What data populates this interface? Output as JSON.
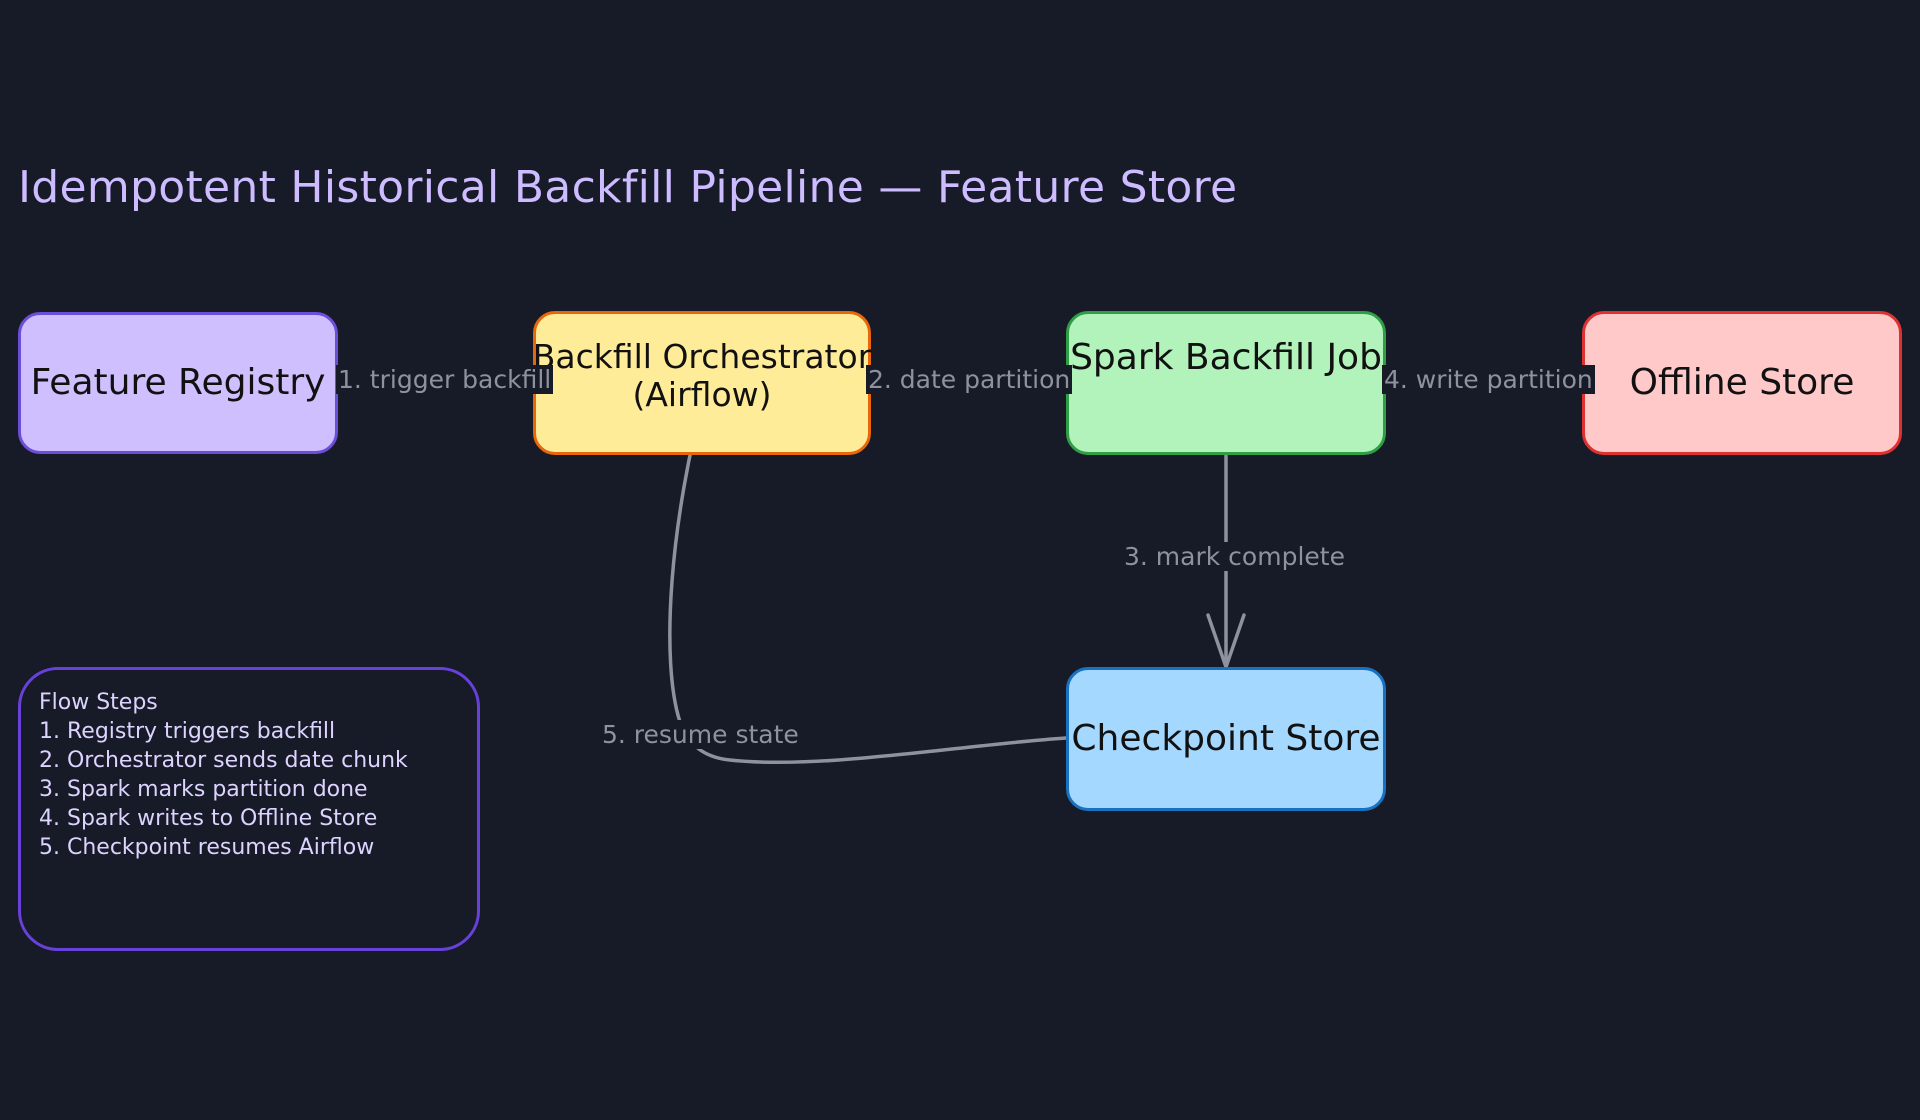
{
  "title": "Idempotent Historical Backfill Pipeline — Feature Store",
  "nodes": {
    "registry": {
      "label": "Feature Registry"
    },
    "orchestrator": {
      "label": "Backfill Orchestrator",
      "sublabel": "(Airflow)"
    },
    "spark": {
      "label": "Spark Backfill Job"
    },
    "offline": {
      "label": "Offline Store"
    },
    "checkpoint": {
      "label": "Checkpoint Store"
    }
  },
  "edges": {
    "trigger": "1. trigger backfill",
    "partition": "2. date partition",
    "mark": "3. mark complete",
    "write": "4. write partition",
    "resume": "5. resume state"
  },
  "legend": {
    "heading": "Flow Steps",
    "steps": [
      "1. Registry triggers backfill",
      "2. Orchestrator sends date chunk",
      "3. Spark marks partition done",
      "4. Spark writes to Offline Store",
      "5. Checkpoint resumes Airflow"
    ]
  },
  "colors": {
    "background": "#171a27",
    "title": "#cdbcff",
    "connector": "#8e929e",
    "registry_fill": "#d0bfff",
    "orchestrator_fill": "#ffec99",
    "spark_fill": "#b2f2bb",
    "offline_fill": "#ffc9c9",
    "checkpoint_fill": "#a5d8ff",
    "legend_border": "#6741d9"
  }
}
